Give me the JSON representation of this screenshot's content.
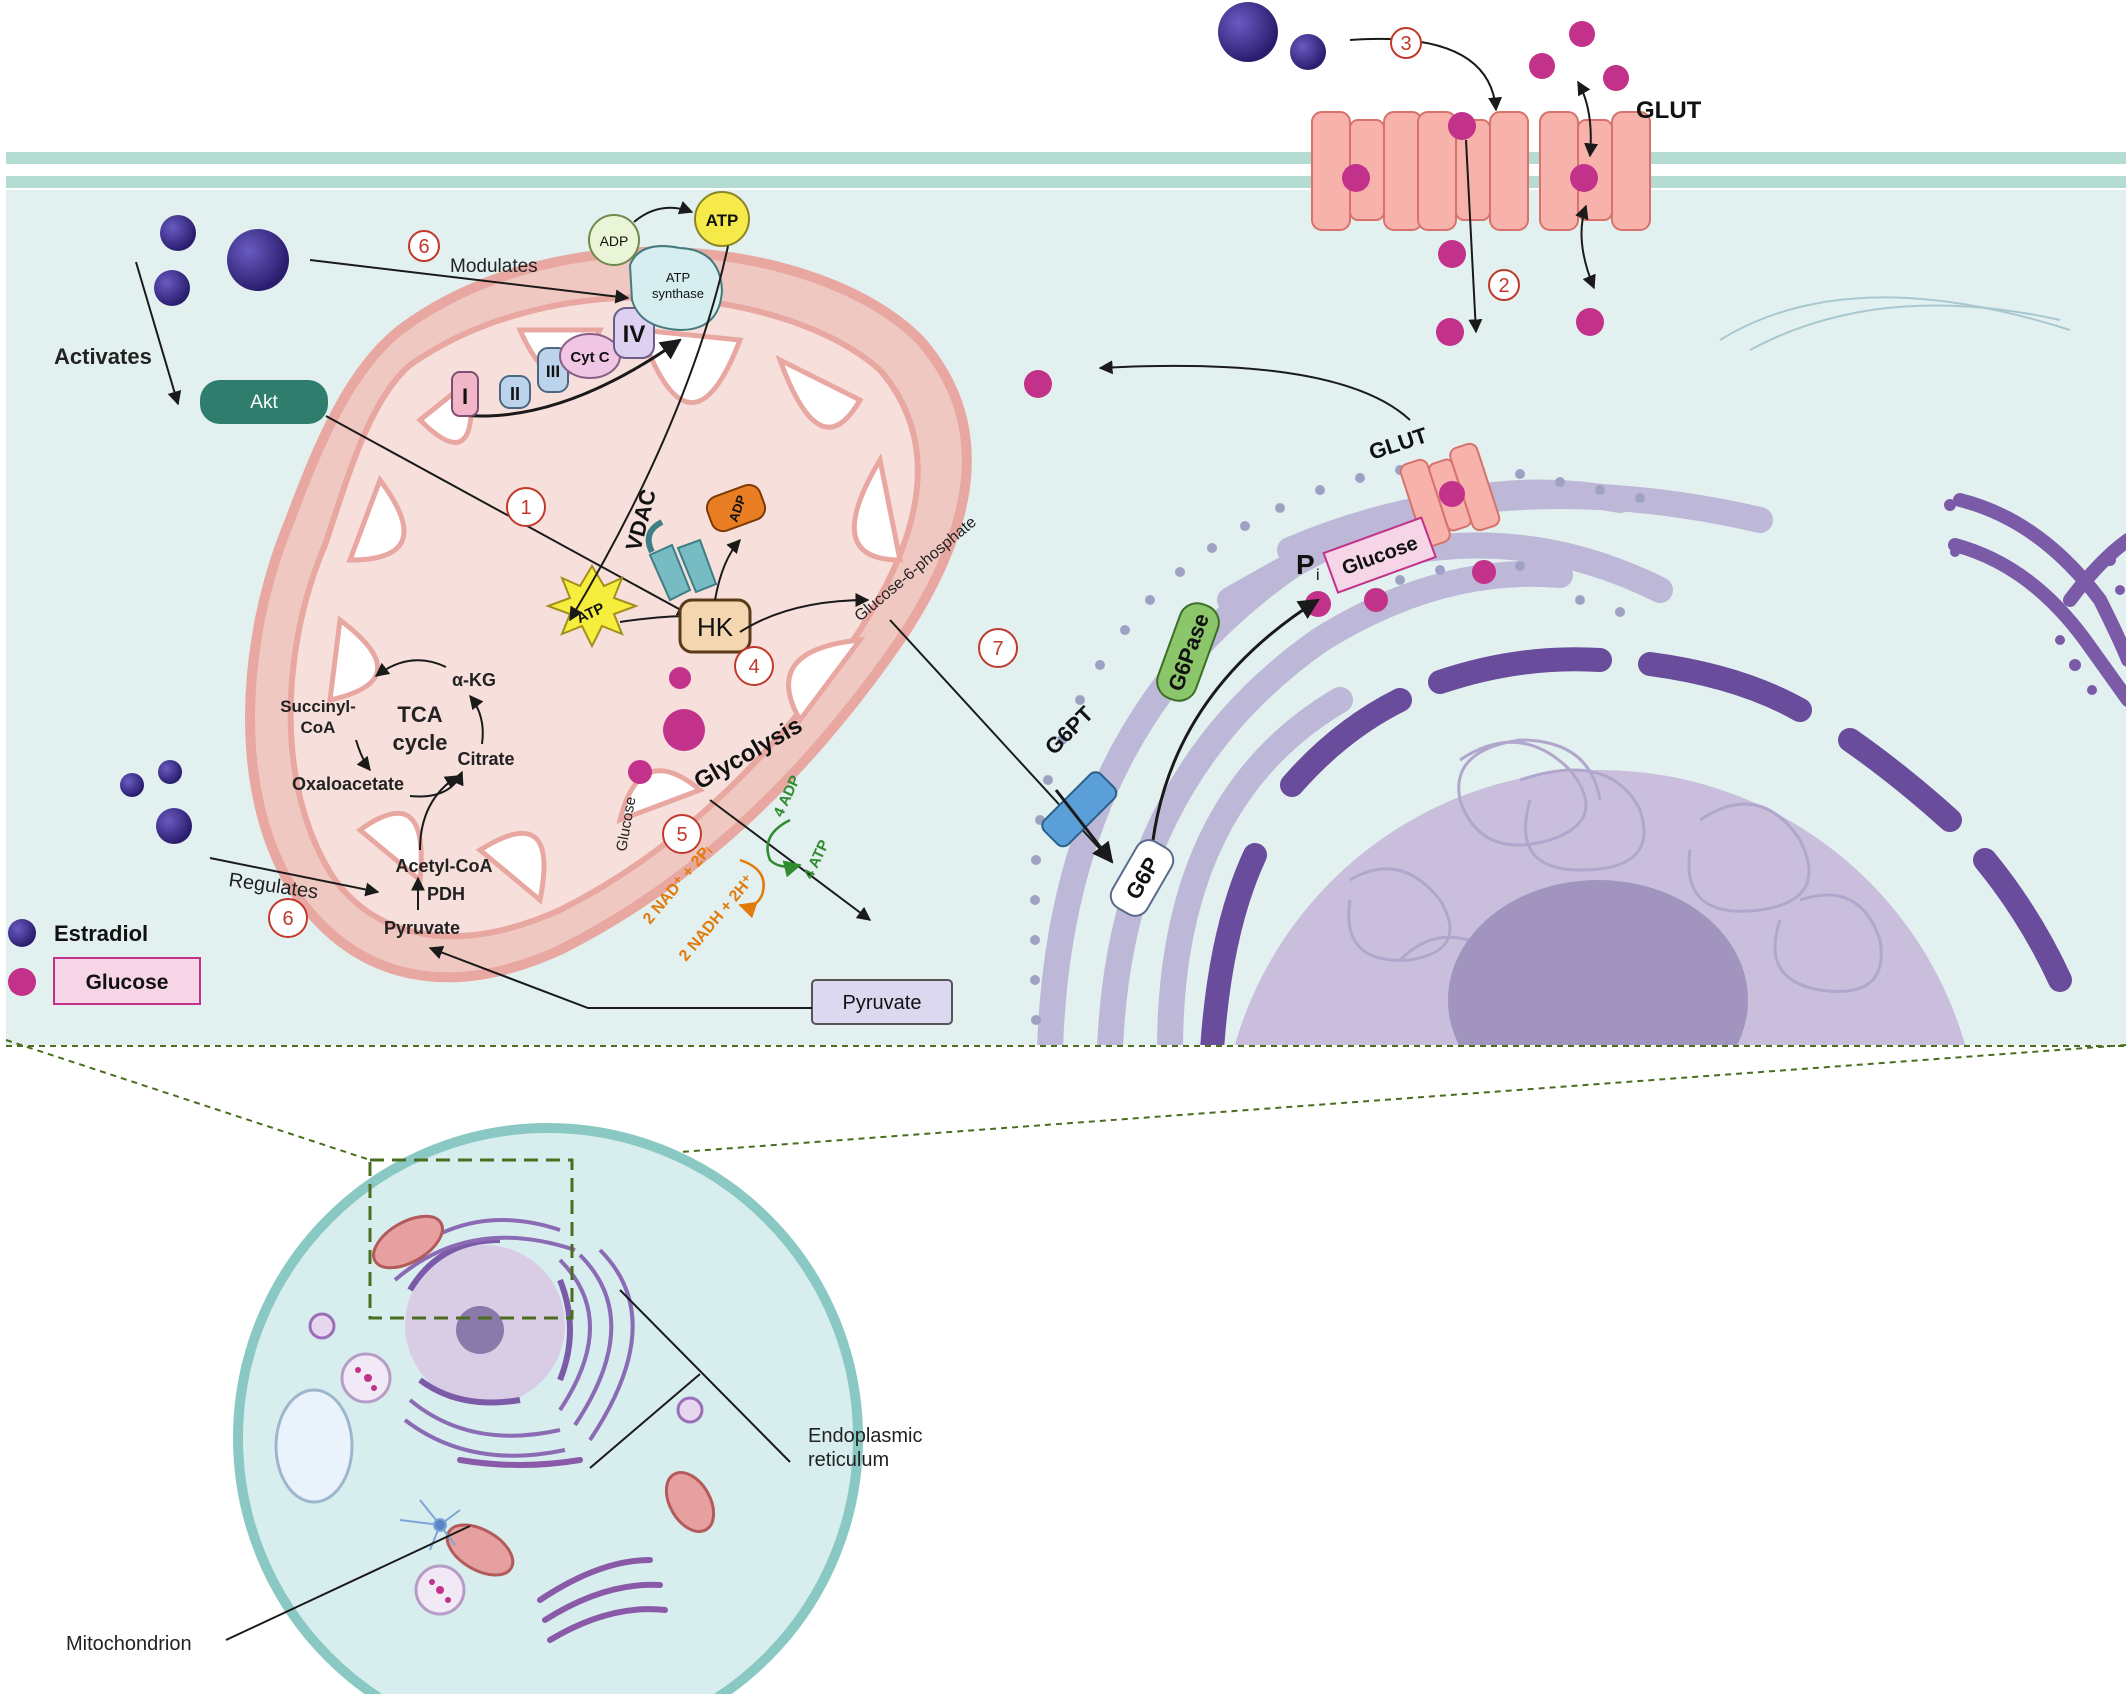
{
  "labels": {
    "modulates": "Modulates",
    "activates": "Activates",
    "regulates": "Regulates",
    "akt": "Akt",
    "adp": "ADP",
    "atp": "ATP",
    "atp_synthase_1": "ATP",
    "atp_synthase_2": "synthase",
    "complex_i": "I",
    "complex_ii": "II",
    "complex_iii": "III",
    "cyt_c": "Cyt C",
    "complex_iv": "IV",
    "vdac": "VDAC",
    "hk": "HK",
    "glucose_6_phosphate": "Glucose-6-phosphate",
    "glycolysis": "Glycolysis",
    "glucose": "Glucose",
    "four_adp": "4 ADP",
    "four_atp": "4 ATP",
    "nad": "2 NAD⁺ + 2Pᵢ",
    "nadh": "2 NADH + 2H⁺",
    "pyruvate_box": "Pyruvate",
    "succinyl_1": "Succinyl-",
    "succinyl_2": "CoA",
    "tca_1": "TCA",
    "tca_2": "cycle",
    "akg": "α-KG",
    "citrate": "Citrate",
    "oxaloacetate": "Oxaloacetate",
    "acetyl_coa": "Acetyl-CoA",
    "pdh": "PDH",
    "pyruvate_mito": "Pyruvate",
    "glut_top": "GLUT",
    "glut_er": "GLUT",
    "g6pt": "G6PT",
    "g6pase": "G6Pase",
    "g6p": "G6P",
    "pi": "P",
    "pi_sub": "i",
    "glucose_er": "Glucose",
    "endoplasmic_1": "Endoplasmic",
    "endoplasmic_2": "reticulum",
    "mitochondrion": "Mitochondrion"
  },
  "legend": {
    "estradiol": "Estradiol",
    "glucose": "Glucose"
  },
  "steps": [
    "1",
    "2",
    "3",
    "4",
    "5",
    "6",
    "6",
    "7"
  ],
  "colors": {
    "estradiol": "#3b2c8a",
    "glucose": "#c2318a",
    "cell_bg": "#e2f1ef",
    "membrane": "#b5dcd3",
    "mito": "#e8a7a0",
    "er": "#bdb8d8",
    "nucleus": "#c9bfdc",
    "nuclear_envelope": "#6a4c9c",
    "number_ring": "#c0392b",
    "orange_text": "#e07b0c",
    "green_text": "#2e8b2e"
  }
}
